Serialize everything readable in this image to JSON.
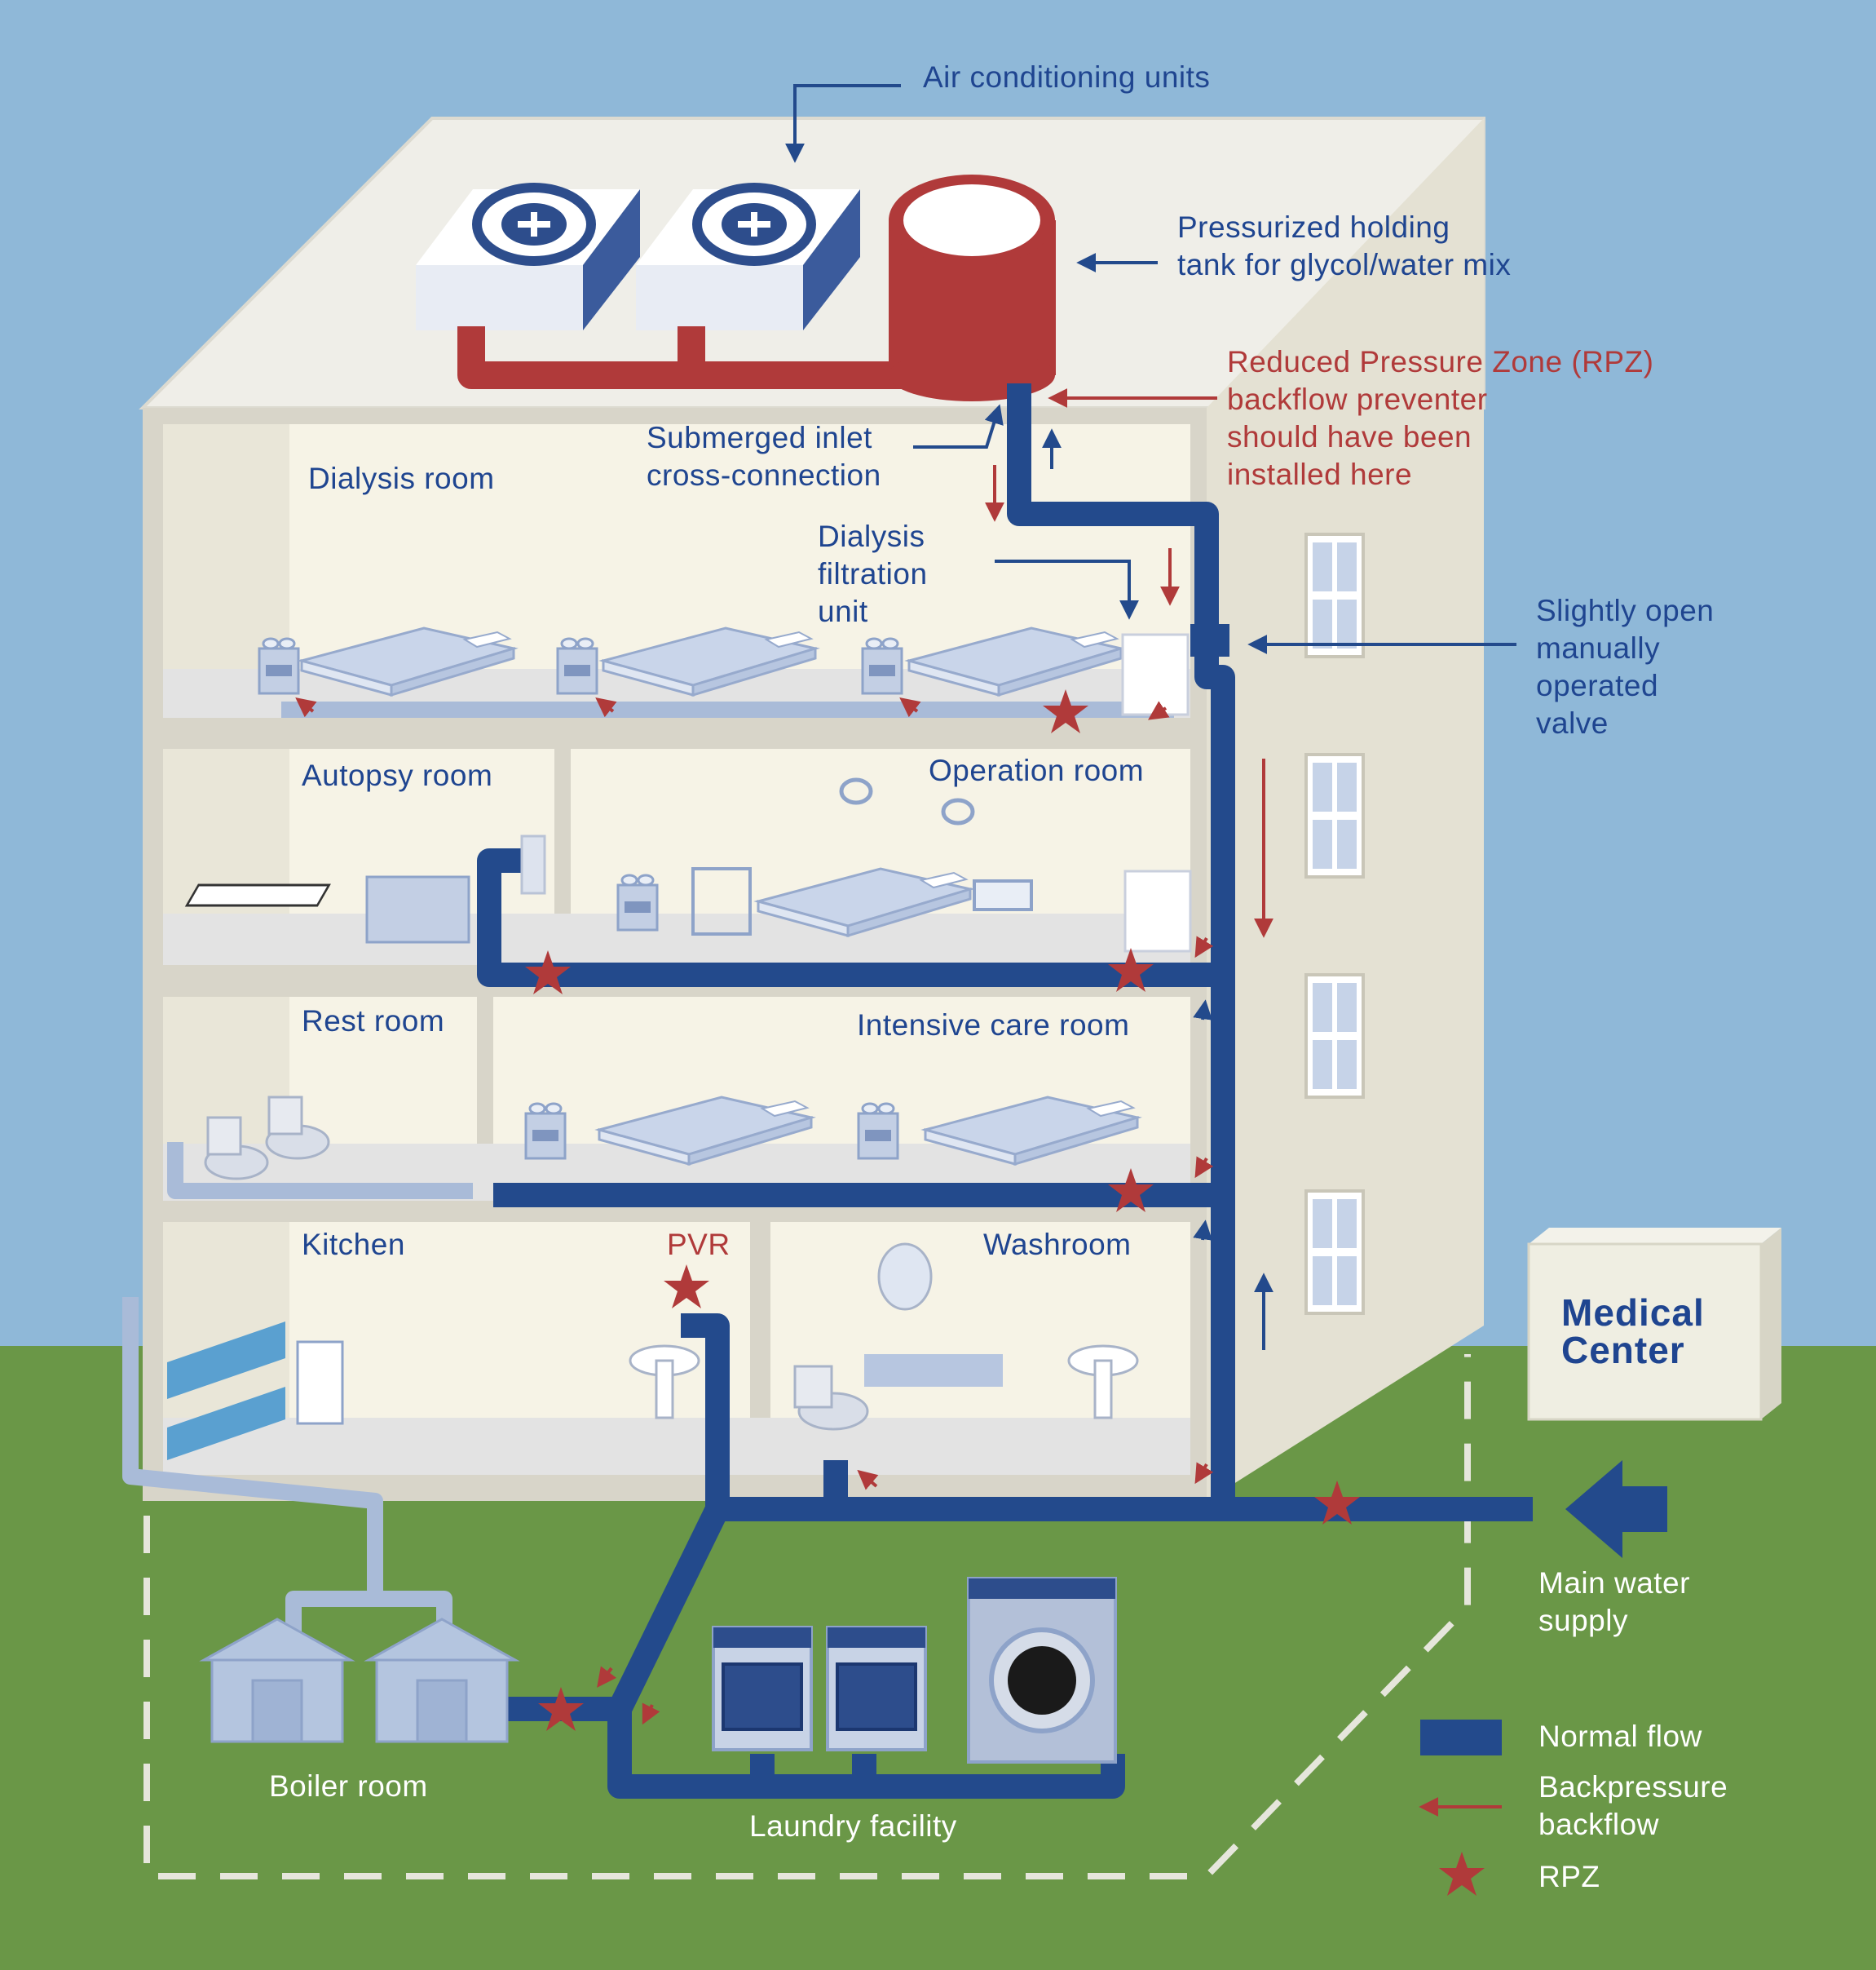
{
  "labels": {
    "air_conditioning": "Air conditioning units",
    "holding_tank_1": "Pressurized holding",
    "holding_tank_2": "tank for glycol/water mix",
    "rpz_note_1": "Reduced Pressure Zone (RPZ)",
    "rpz_note_2": "backflow preventer",
    "rpz_note_3": "should have been",
    "rpz_note_4": "installed here",
    "submerged_1": "Submerged inlet",
    "submerged_2": "cross-connection",
    "dialysis_room": "Dialysis room",
    "dialysis_unit_1": "Dialysis",
    "dialysis_unit_2": "filtration",
    "dialysis_unit_3": "unit",
    "valve_1": "Slightly open",
    "valve_2": "manually",
    "valve_3": "operated",
    "valve_4": "valve",
    "autopsy_room": "Autopsy room",
    "operation_room": "Operation room",
    "rest_room": "Rest room",
    "intensive_care": "Intensive care room",
    "kitchen": "Kitchen",
    "pvr": "PVR",
    "washroom": "Washroom",
    "medical_center_1": "Medical",
    "medical_center_2": "Center",
    "main_supply_1": "Main water",
    "main_supply_2": "supply",
    "boiler_room": "Boiler room",
    "laundry": "Laundry facility"
  },
  "legend": {
    "normal_flow": "Normal flow",
    "backflow_1": "Backpressure",
    "backflow_2": "backflow",
    "rpz": "RPZ"
  },
  "colors": {
    "sky": "#8fb8d8",
    "ground": "#6a9747",
    "normal_flow": "#234a8c",
    "backflow": "#b03a3a",
    "rpz_star": "#b03a3a",
    "room_interior": "#f6f3e6",
    "building_wall": "#e2e0d4"
  }
}
